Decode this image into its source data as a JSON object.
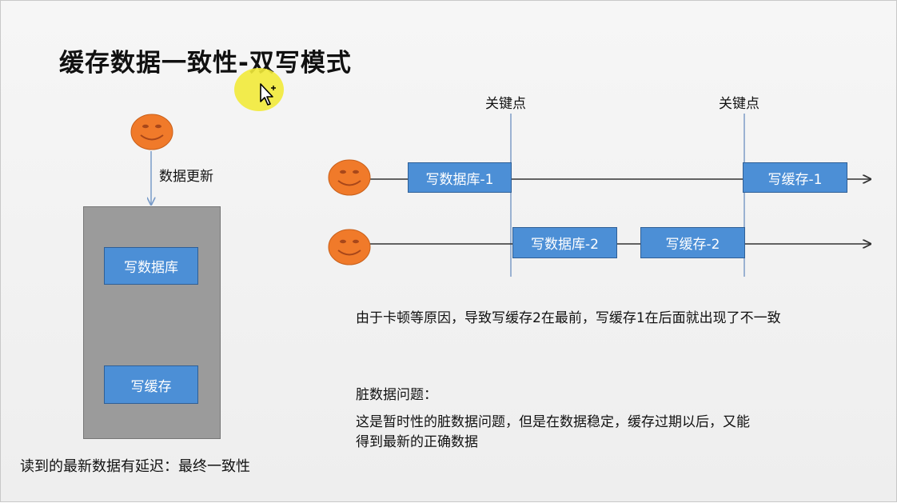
{
  "slide": {
    "title": "缓存数据一致性-双写模式",
    "left": {
      "arrow_label": "数据更新",
      "box_write_db": "写数据库",
      "box_write_cache": "写缓存",
      "bottom_note": "读到的最新数据有延迟：最终一致性"
    },
    "timeline": {
      "key_point_1": "关键点",
      "key_point_2": "关键点",
      "row1_box1": "写数据库-1",
      "row1_box2": "写缓存-1",
      "row2_box1": "写数据库-2",
      "row2_box2": "写缓存-2"
    },
    "explanation": "由于卡顿等原因，导致写缓存2在最前，写缓存1在后面就出现了不一致",
    "dirty": {
      "heading": "脏数据问题：",
      "line1": "这是暂时性的脏数据问题，但是在数据稳定，缓存过期以后，又能",
      "line2": "得到最新的正确数据"
    }
  },
  "colors": {
    "box_fill": "#4c8fd6",
    "face": "#f07a2a",
    "server": "#9b9b9b",
    "cursor_halo": "#f2ea3a",
    "line": "#7a9cc8"
  },
  "icons": [
    "smiley-face-icon",
    "mouse-cursor-icon",
    "arrow-icon"
  ]
}
